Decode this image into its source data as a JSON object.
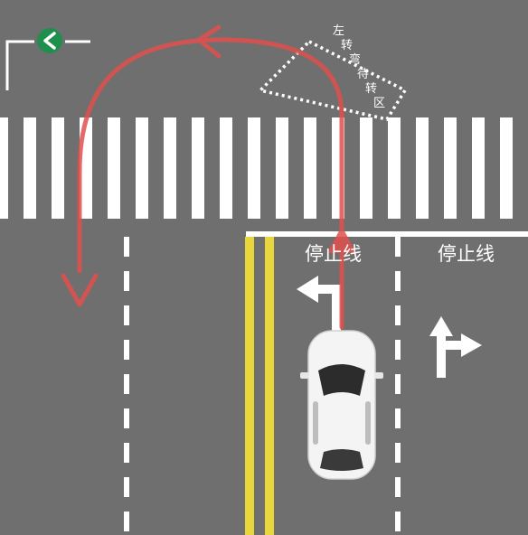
{
  "labels": {
    "stop_line_left": "停止线",
    "stop_line_right": "停止线",
    "waiting_zone_chars": [
      "左",
      "转",
      "弯",
      "待",
      "转",
      "区"
    ]
  },
  "icons": {
    "signal": "green-left-arrow-signal-icon",
    "lane_left": "left-turn-arrow-icon",
    "lane_right": "straight-right-arrow-icon",
    "car": "white-suv-car-icon"
  },
  "colors": {
    "road": "#6f6f6f",
    "marking": "#ffffff",
    "center_line": "#e8d63a",
    "route_arrow": "#e1504c",
    "signal_green": "#1f8f4e"
  }
}
